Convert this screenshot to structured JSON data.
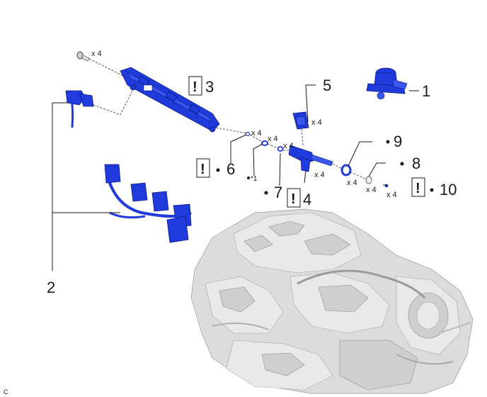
{
  "figure_code": "C",
  "callouts": {
    "c1": "1",
    "c2": "2",
    "c3": "3",
    "c4": "4",
    "c5": "5",
    "c6": "6",
    "c7": "7",
    "c8": "8",
    "c9": "9",
    "c10": "10"
  },
  "quantities": {
    "bolt": "x 4",
    "clamp": "x 4",
    "oring_small": "x 4",
    "oring_mid": "x 4",
    "injector": "x 4",
    "seal9": "x 4",
    "seal8": "x 4",
    "seal10": "x 4"
  },
  "note_mark": "*1",
  "warning_symbol": "!"
}
